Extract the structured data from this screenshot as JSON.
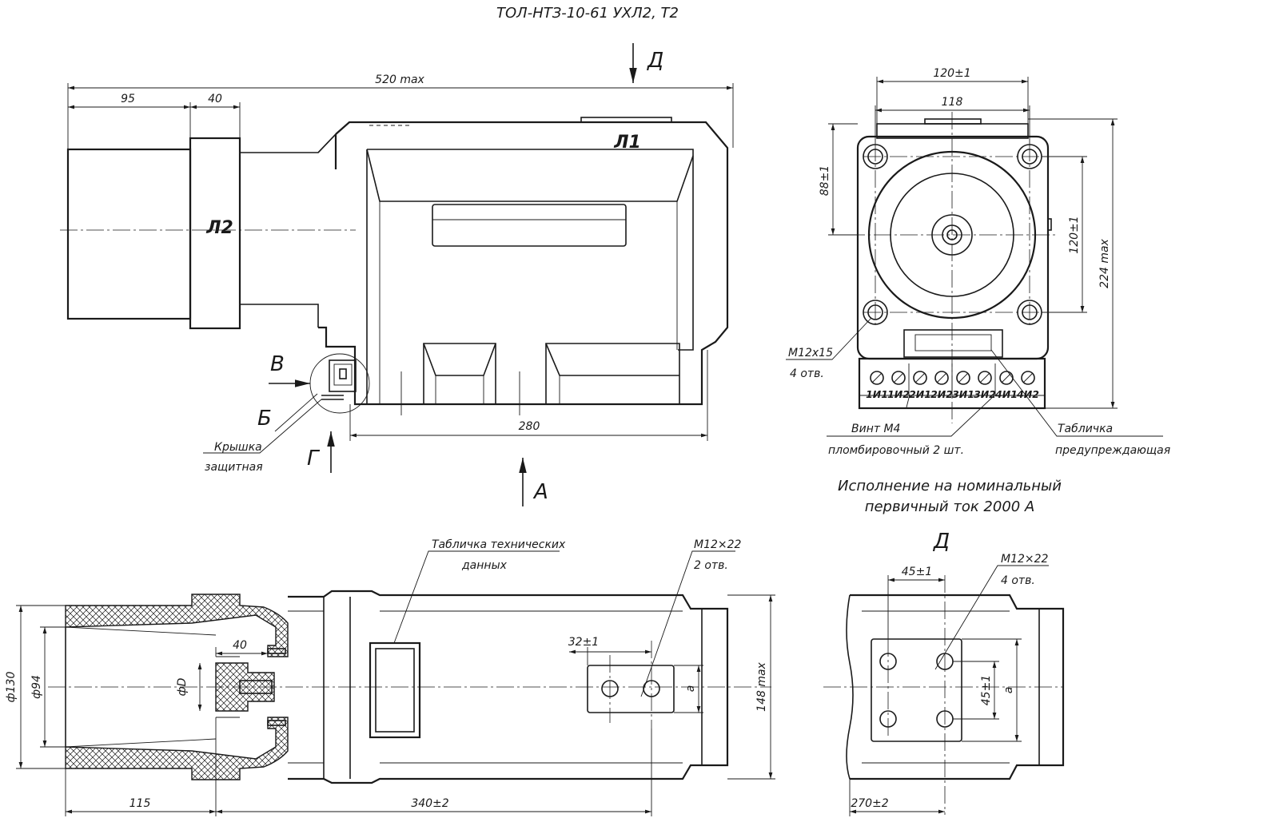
{
  "title": "ТОЛ-НТЗ-10-61 УХЛ2, Т2",
  "labels": {
    "l1": "Л1",
    "l2": "Л2",
    "view_d": "Д",
    "view_a": "А",
    "view_b": "Б",
    "view_v": "В",
    "view_g": "Г",
    "view_d_bottom": "Д",
    "cover_line1": "Крышка",
    "cover_line2": "защитная",
    "m12x15": "М12х15",
    "m12x15_count": "4 отв.",
    "screw_line1": "Винт М4",
    "screw_line2": "пломбировочный 2 шт.",
    "plate_line1": "Табличка",
    "plate_line2": "предупреждающая",
    "tech_plate_line1": "Табличка технических",
    "tech_plate_line2": "данных",
    "m12x22_left": "М12×22",
    "m12x22_left_count": "2 отв.",
    "m12x22_right": "М12×22",
    "m12x22_right_count": "4 отв.",
    "variant_line1": "Исполнение на номинальный",
    "variant_line2": "первичный ток 2000 А"
  },
  "dimensions": {
    "d520": "520 max",
    "d95": "95",
    "d40_top": "40",
    "d280": "280",
    "d120_top": "120±1",
    "d118": "118",
    "d88": "88±1",
    "d120_side": "120±1",
    "d224": "224 max",
    "d130": "ф130",
    "d94": "ф94",
    "d40_bottom": "40",
    "dD": "фD",
    "d32": "32±1",
    "da_left": "a",
    "d148": "148 max",
    "d115": "115",
    "d340": "340±2",
    "d45_top": "45±1",
    "d45_side": "45±1",
    "da_right": "a",
    "d270": "270±2"
  },
  "terminals": [
    "1И1",
    "1И2",
    "2И1",
    "2И2",
    "3И1",
    "3И2",
    "4И1",
    "4И2"
  ],
  "colors": {
    "line": "#1a1a1a",
    "background": "#ffffff"
  }
}
